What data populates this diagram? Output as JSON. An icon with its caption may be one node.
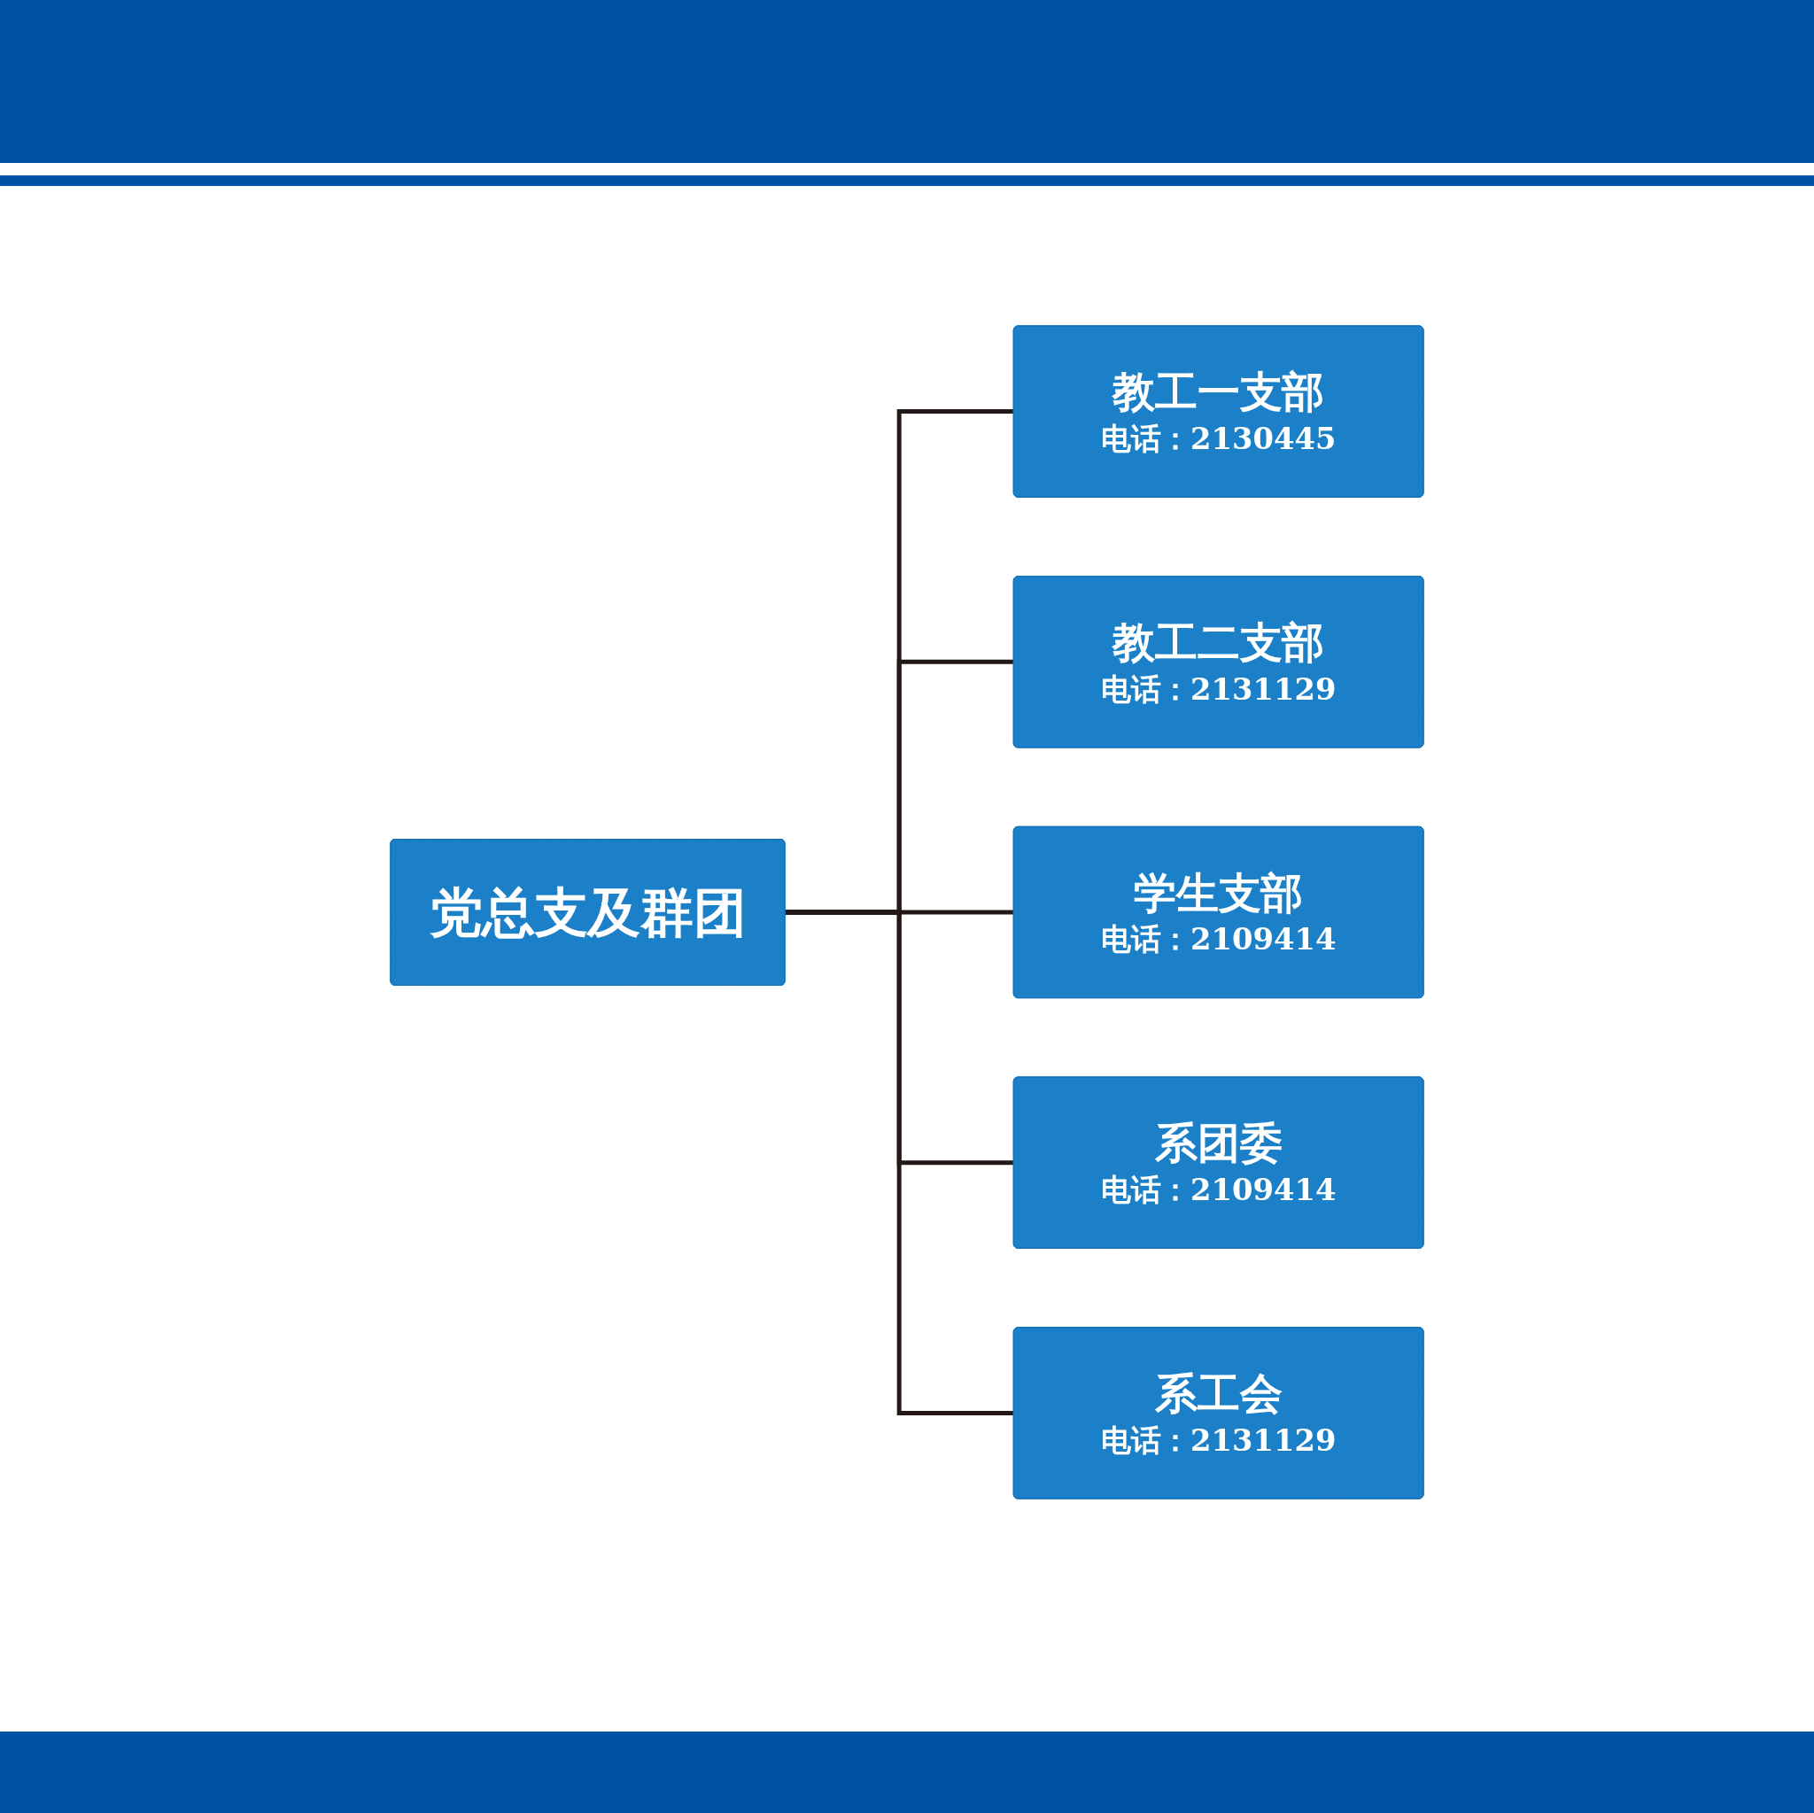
{
  "diagram": {
    "nodes": [
      {
        "text": [
          "党总支及群团"
        ]
      },
      {
        "text": [
          "教工一支部",
          "电话：2130445"
        ]
      },
      {
        "text": [
          "教工二支部",
          "电话：2131129"
        ]
      },
      {
        "text": [
          "学生支部",
          "电话：2109414"
        ]
      },
      {
        "text": [
          "系团委",
          "电话：2109414"
        ]
      },
      {
        "text": [
          "系工会",
          "电话：2131129"
        ]
      }
    ],
    "edges": [
      {
        "from": 0,
        "to": 1,
        "arrow": "none"
      },
      {
        "from": 0,
        "to": 2,
        "arrow": "none"
      },
      {
        "from": 0,
        "to": 3,
        "arrow": "none"
      },
      {
        "from": 0,
        "to": 4,
        "arrow": "none"
      },
      {
        "from": 0,
        "to": 5,
        "arrow": "none"
      }
    ]
  }
}
